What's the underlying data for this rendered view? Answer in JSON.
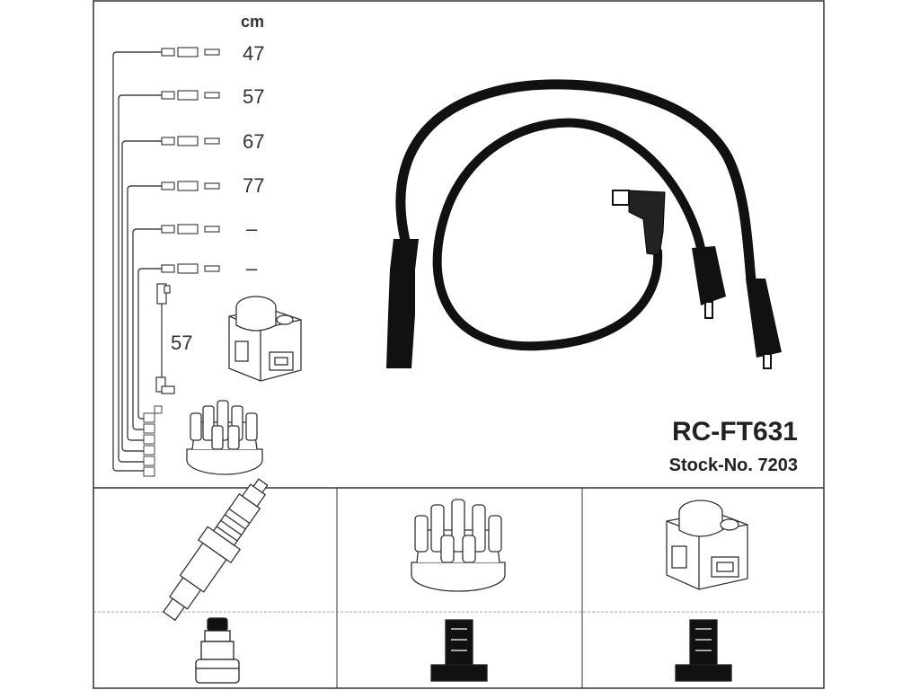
{
  "unit_label": "cm",
  "lengths": [
    "47",
    "57",
    "67",
    "77",
    "–",
    "–"
  ],
  "coil_lead_length": "57",
  "product": {
    "model": "RC-FT631",
    "stock": "Stock-No. 7203"
  }
}
